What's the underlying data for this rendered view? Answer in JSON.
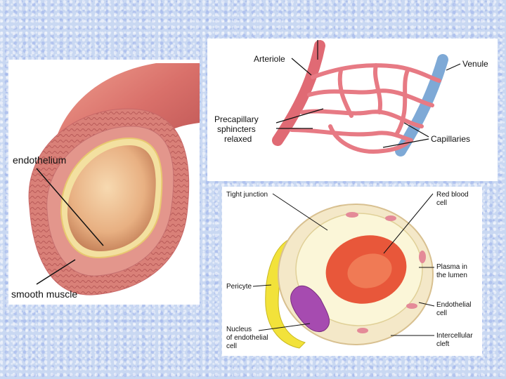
{
  "vessel": {
    "labels": {
      "endothelium": "endothelium",
      "smooth_muscle": "smooth muscle"
    }
  },
  "capillary_bed": {
    "labels": {
      "arteriole": "Arteriole",
      "venule": "Venule",
      "precapillary_line1": "Precapillary",
      "precapillary_line2": "sphincters",
      "precapillary_line3": "relaxed",
      "capillaries": "Capillaries"
    }
  },
  "capillary_cell": {
    "labels": {
      "tight_junction": "Tight junction",
      "rbc_line1": "Red blood",
      "rbc_line2": "cell",
      "plasma_line1": "Plasma in",
      "plasma_line2": "the lumen",
      "pericyte": "Pericyte",
      "endothelial_line1": "Endothelial",
      "endothelial_line2": "cell",
      "nucleus_line1": "Nucleus",
      "nucleus_line2": "of endothelial",
      "nucleus_line3": "cell",
      "cleft_line1": "Intercellular",
      "cleft_line2": "cleft"
    }
  },
  "colors": {
    "background": "#c9d8f2",
    "artery_red": "#e06a74",
    "vein_blue": "#7ea9d6",
    "rbc": "#e8573a",
    "plasma": "#fbf6d8",
    "pericyte": "#f2e23a",
    "nucleus": "#a64bb0"
  }
}
